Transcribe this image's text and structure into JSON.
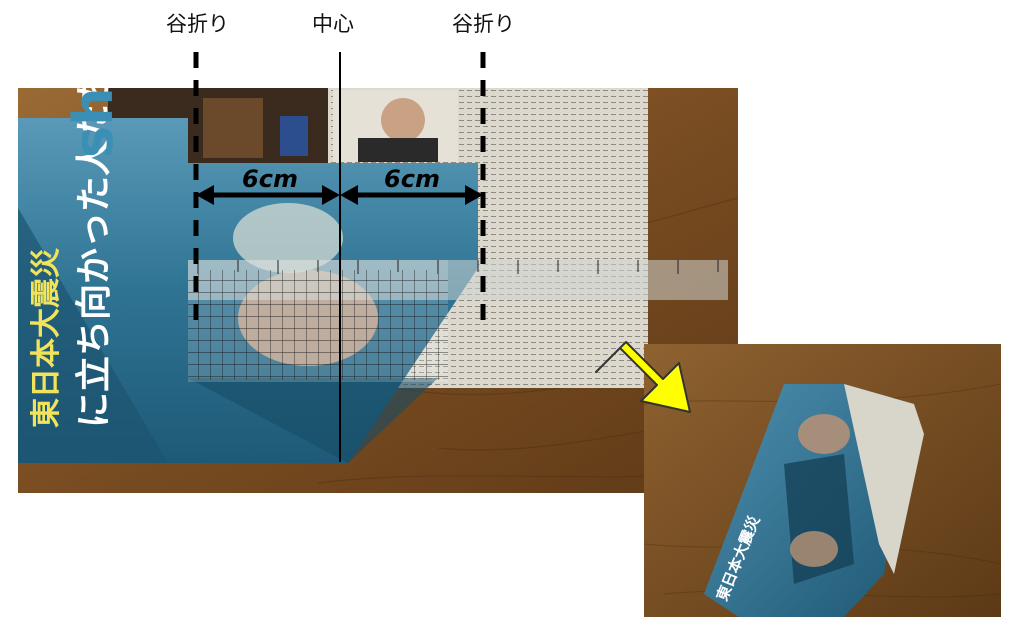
{
  "fold_labels": {
    "left": "谷折り",
    "center": "中心",
    "right": "谷折り"
  },
  "measurements": {
    "left": "6cm",
    "right": "6cm"
  },
  "colors": {
    "wood": "#8a5a2b",
    "wood_dark": "#5e3a18",
    "paper_blue": "#3d7fa0",
    "paper_teal": "#2f6f86",
    "newsprint": "#d9d6cc",
    "arrow_fill": "#ffff00",
    "line": "#000000"
  },
  "photo_text": {
    "vertical_title": "東日本大震災",
    "vertical_subtitle": "に立ち向かった人たちの",
    "top_headline": "sh"
  }
}
